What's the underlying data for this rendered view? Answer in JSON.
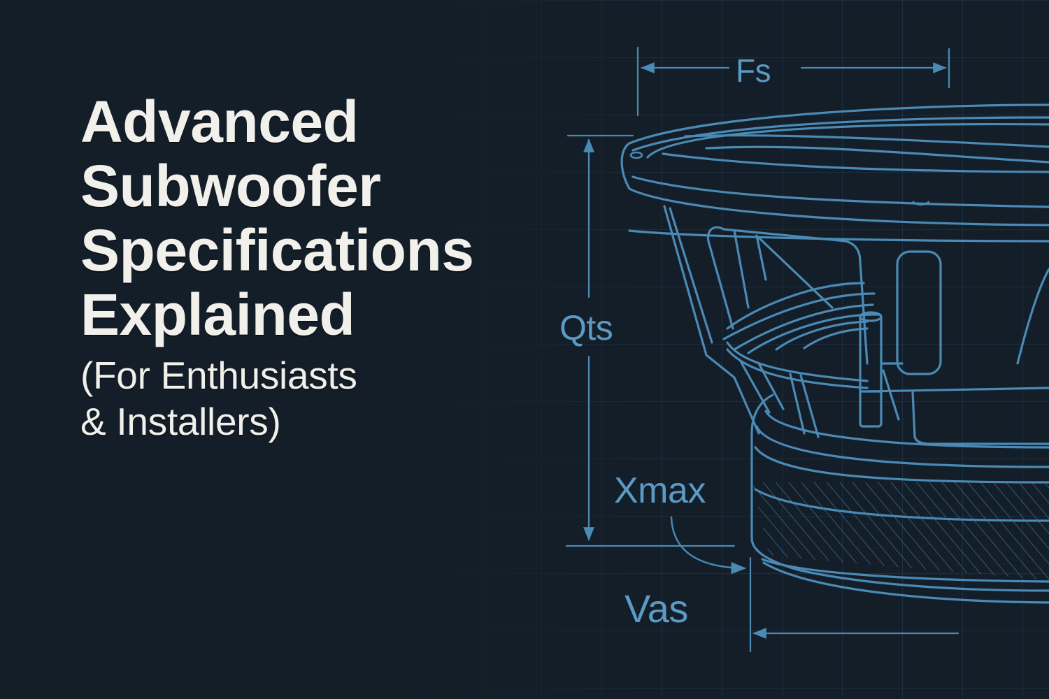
{
  "headline": {
    "lines": [
      "Advanced",
      "Subwoofer",
      "Specifications",
      "Explained"
    ],
    "subtitle_lines": [
      "(For Enthusiasts",
      "& Installers)"
    ]
  },
  "diagram": {
    "subject": "subwoofer blueprint line drawing",
    "labels": {
      "fs": "Fs",
      "qts": "Qts",
      "xmax": "Xmax",
      "vas": "Vas"
    }
  },
  "colors": {
    "background": "#141e29",
    "grid": "#1f3447",
    "line_art": "#4a8ab4",
    "label": "#5a9ac4",
    "title_text": "#f1f0eb"
  }
}
